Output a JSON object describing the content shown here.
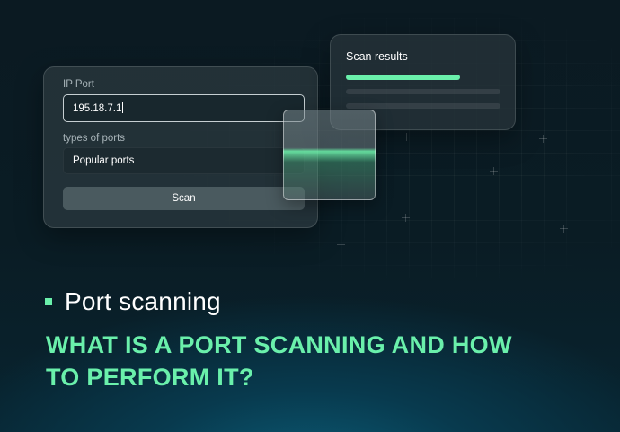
{
  "form": {
    "ip_label": "IP Port",
    "ip_value": "195.18.7.1",
    "types_label": "types of ports",
    "types_value": "Popular ports",
    "scan_button": "Scan"
  },
  "results": {
    "title": "Scan results",
    "progress_fraction": 0.74
  },
  "article": {
    "category": "Port scanning",
    "headline_line1": "WHAT IS A PORT SCANNING AND HOW",
    "headline_line2": "TO PERFORM IT?"
  },
  "colors": {
    "accent": "#6af0ab",
    "background": "#0a1c24"
  },
  "icons": {
    "bullet": "square-bullet-icon",
    "sparkle": "sparkle-icon"
  }
}
